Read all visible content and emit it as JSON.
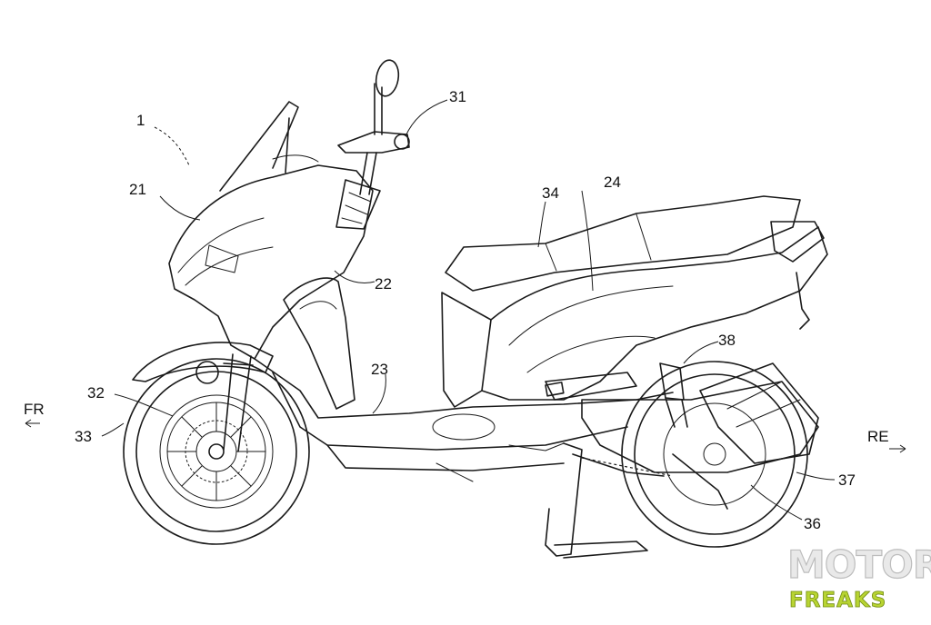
{
  "figure": {
    "reference_numerals": [
      "1",
      "21",
      "22",
      "23",
      "24",
      "31",
      "32",
      "33",
      "34",
      "36",
      "37",
      "38"
    ],
    "directions": {
      "front": "FR",
      "rear": "RE"
    }
  },
  "watermark": {
    "line1": "MOTOR",
    "line2": "FREAKS",
    "color_primary": "#b8d432",
    "color_secondary": "#e9e9e9"
  }
}
